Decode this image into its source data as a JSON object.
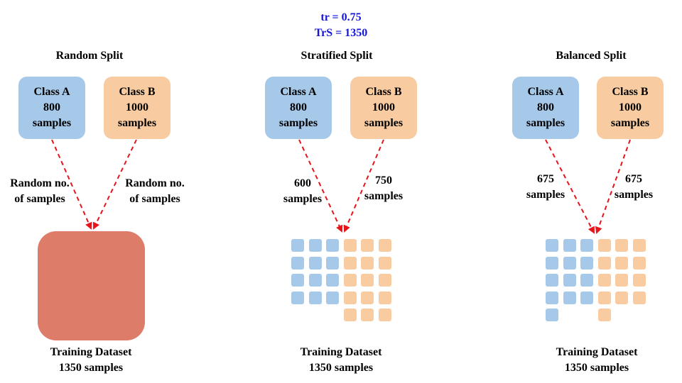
{
  "params": {
    "tr": "tr = 0.75",
    "trs": "TrS = 1350"
  },
  "colors": {
    "class_a": "#a6c8e9",
    "class_b": "#f8cba0",
    "dataset": "#de7c6a",
    "arrow": "#e8141c",
    "params_text": "#1515d6"
  },
  "panels": [
    {
      "title": "Random Split",
      "class_a": {
        "name": "Class A",
        "count": "800",
        "unit": "samples"
      },
      "class_b": {
        "name": "Class B",
        "count": "1000",
        "unit": "samples"
      },
      "label_a": {
        "line1": "Random no.",
        "line2": "of samples"
      },
      "label_b": {
        "line1": "Random no.",
        "line2": "of samples"
      },
      "footer": {
        "line1": "Training Dataset",
        "line2": "1350 samples"
      }
    },
    {
      "title": "Stratified Split",
      "class_a": {
        "name": "Class A",
        "count": "800",
        "unit": "samples"
      },
      "class_b": {
        "name": "Class B",
        "count": "1000",
        "unit": "samples"
      },
      "label_a": {
        "line1": "600",
        "line2": "samples"
      },
      "label_b": {
        "line1": "750",
        "line2": "samples"
      },
      "footer": {
        "line1": "Training Dataset",
        "line2": "1350 samples"
      },
      "grid": {
        "a_count": 12,
        "b_count": 15
      }
    },
    {
      "title": "Balanced Split",
      "class_a": {
        "name": "Class A",
        "count": "800",
        "unit": "samples"
      },
      "class_b": {
        "name": "Class B",
        "count": "1000",
        "unit": "samples"
      },
      "label_a": {
        "line1": "675",
        "line2": "samples"
      },
      "label_b": {
        "line1": "675",
        "line2": "samples"
      },
      "footer": {
        "line1": "Training Dataset",
        "line2": "1350 samples"
      },
      "grid": {
        "a_count": 13,
        "b_count": 13
      }
    }
  ]
}
